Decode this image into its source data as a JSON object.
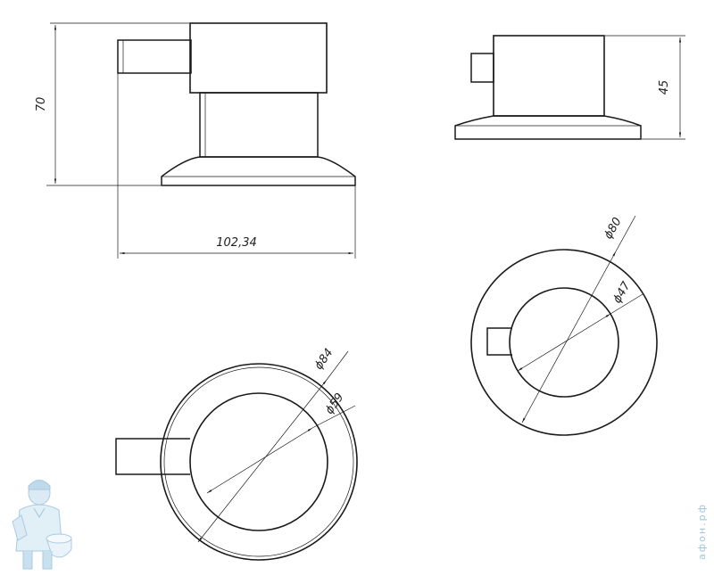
{
  "drawing": {
    "front_view": {
      "height_label": "70",
      "width_label": "102,34"
    },
    "side_view": {
      "height_label": "45"
    },
    "bottom_view": {
      "outer_diameter_label": "ϕ84",
      "inner_diameter_label": "ϕ59"
    },
    "top_view": {
      "outer_diameter_label": "ϕ80",
      "inner_diameter_label": "ϕ47"
    }
  },
  "watermark": {
    "text": "афон.рф"
  }
}
